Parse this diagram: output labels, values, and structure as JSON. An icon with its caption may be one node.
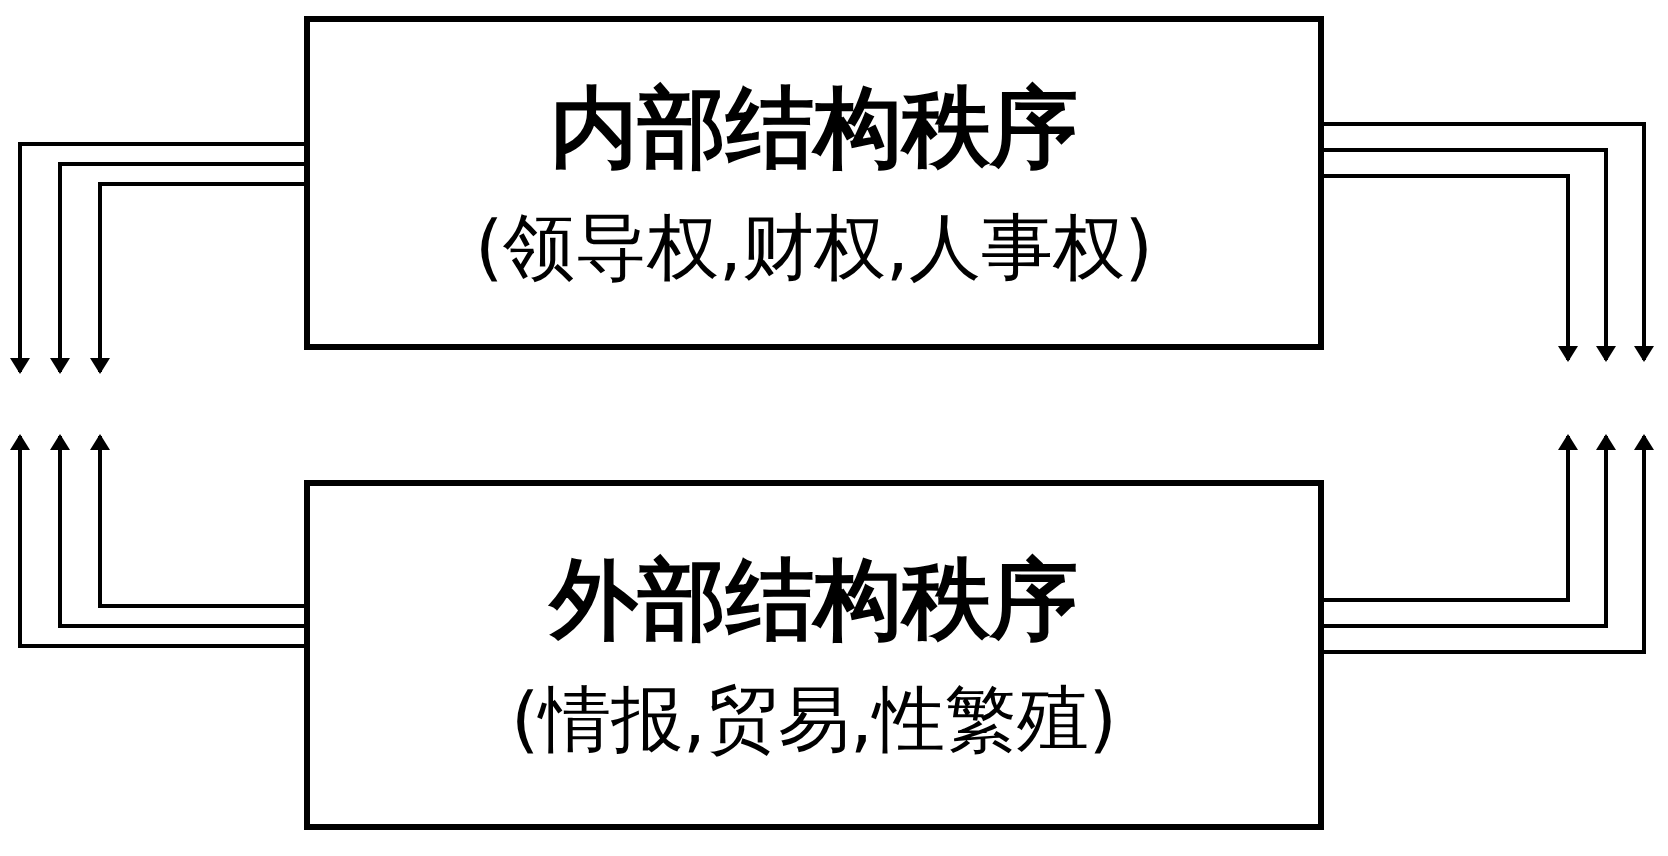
{
  "diagram": {
    "nodes": [
      {
        "text": [
          "内部结构秩序",
          "(领导权,财权,人事权)"
        ]
      },
      {
        "text": [
          "外部结构秩序",
          "(情报,贸易,性繁殖)"
        ]
      }
    ],
    "edges": [
      {
        "from": 0,
        "to": null,
        "arrow": "to"
      },
      {
        "from": 0,
        "to": null,
        "arrow": "to"
      },
      {
        "from": 0,
        "to": null,
        "arrow": "to"
      },
      {
        "from": 0,
        "to": null,
        "arrow": "to"
      },
      {
        "from": 0,
        "to": null,
        "arrow": "to"
      },
      {
        "from": 0,
        "to": null,
        "arrow": "to"
      },
      {
        "from": 1,
        "to": null,
        "arrow": "to"
      },
      {
        "from": 1,
        "to": null,
        "arrow": "to"
      },
      {
        "from": 1,
        "to": null,
        "arrow": "to"
      },
      {
        "from": 1,
        "to": null,
        "arrow": "to"
      },
      {
        "from": 1,
        "to": null,
        "arrow": "to"
      },
      {
        "from": 1,
        "to": null,
        "arrow": "to"
      }
    ]
  }
}
